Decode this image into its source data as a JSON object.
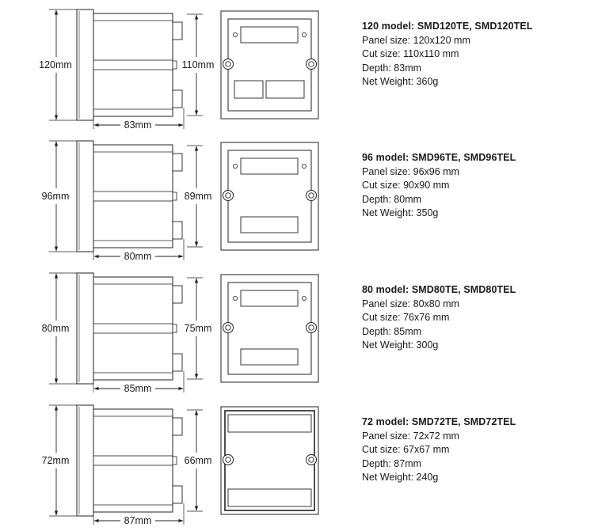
{
  "models": [
    {
      "title": "120 model: SMD120TE, SMD120TEL",
      "panel_size": "Panel size: 120x120 mm",
      "cut_size": "Cut size: 110x110 mm",
      "depth": "Depth: 83mm",
      "weight": "Net Weight: 360g",
      "height_label": "120mm",
      "depth_label": "83mm",
      "cut_label": "110mm"
    },
    {
      "title": "96 model: SMD96TE, SMD96TEL",
      "panel_size": "Panel size: 96x96 mm",
      "cut_size": "Cut size: 90x90 mm",
      "depth": "Depth: 80mm",
      "weight": "Net Weight: 350g",
      "height_label": "96mm",
      "depth_label": "80mm",
      "cut_label": "89mm"
    },
    {
      "title": "80 model: SMD80TE, SMD80TEL",
      "panel_size": "Panel size: 80x80 mm",
      "cut_size": "Cut size: 76x76 mm",
      "depth": "Depth: 85mm",
      "weight": "Net Weight: 300g",
      "height_label": "80mm",
      "depth_label": "85mm",
      "cut_label": "75mm"
    },
    {
      "title": "72 model: SMD72TE, SMD72TEL",
      "panel_size": "Panel size: 72x72 mm",
      "cut_size": "Cut size: 67x67 mm",
      "depth": "Depth: 87mm",
      "weight": "Net Weight: 240g",
      "height_label": "72mm",
      "depth_label": "87mm",
      "cut_label": "66mm"
    }
  ]
}
